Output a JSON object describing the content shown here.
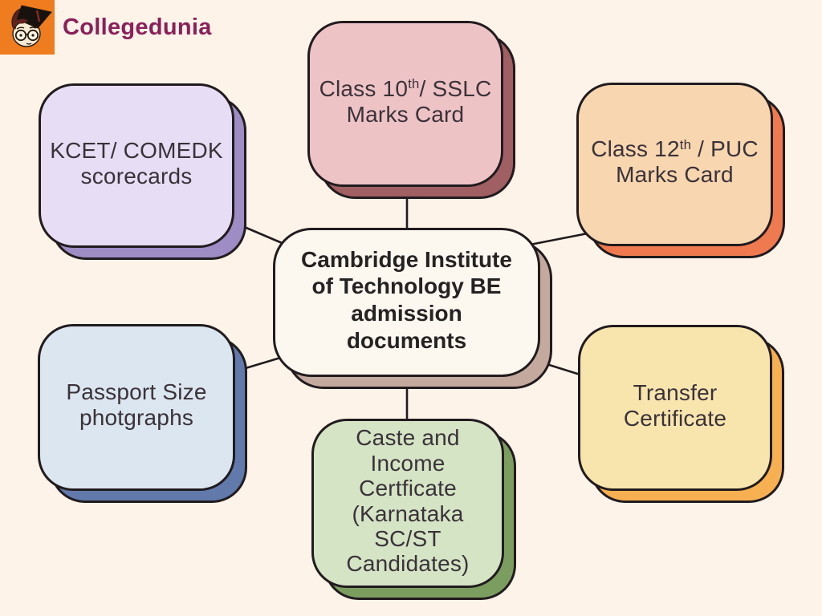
{
  "page": {
    "background": "#fdf3e8",
    "outline_color": "#211b1e"
  },
  "brand": {
    "name": "Collegedunia",
    "name_color": "#8a2059",
    "tile_color": "#ef7c1e",
    "icon": "collegedunia-mascot-icon"
  },
  "center": {
    "id": "center",
    "lines": [
      "Cambridge Institute",
      "of Technology BE",
      "admission",
      "documents"
    ],
    "fill": "#fcf8f0",
    "shadow": "#c3a99e"
  },
  "nodes": [
    {
      "id": "class10-sslc",
      "l1a": "Class 10",
      "l1sup": "th",
      "l1b": "/ SSLC",
      "l2": "Marks Card",
      "fill": "#eec3c6",
      "shadow": "#a05f62"
    },
    {
      "id": "class12-puc",
      "l1a": "Class 12",
      "l1sup": "th",
      "l1b": " / PUC",
      "l2": "Marks Card",
      "fill": "#f7d6b0",
      "shadow": "#ef7a50"
    },
    {
      "id": "kcet-comedk",
      "lines": [
        "KCET/ COMEDK",
        "scorecards"
      ],
      "fill": "#e7def5",
      "shadow": "#9e8cc4"
    },
    {
      "id": "passport-photos",
      "lines": [
        "Passport Size",
        "photgraphs"
      ],
      "fill": "#dbe6f0",
      "shadow": "#6279ab"
    },
    {
      "id": "caste-income",
      "lines": [
        "Caste and",
        "Income",
        "Certficate",
        "(Karnataka",
        "SC/ST",
        "Candidates)"
      ],
      "fill": "#d4e4c5",
      "shadow": "#7c9d60"
    },
    {
      "id": "transfer-certificate",
      "lines": [
        "Transfer",
        "Certificate"
      ],
      "fill": "#f8e5ae",
      "shadow": "#f6b052"
    }
  ],
  "edges": [
    {
      "from": "center",
      "to": "class10-sslc"
    },
    {
      "from": "center",
      "to": "class12-puc"
    },
    {
      "from": "center",
      "to": "kcet-comedk"
    },
    {
      "from": "center",
      "to": "passport-photos"
    },
    {
      "from": "center",
      "to": "caste-income"
    },
    {
      "from": "center",
      "to": "transfer-certificate"
    }
  ]
}
